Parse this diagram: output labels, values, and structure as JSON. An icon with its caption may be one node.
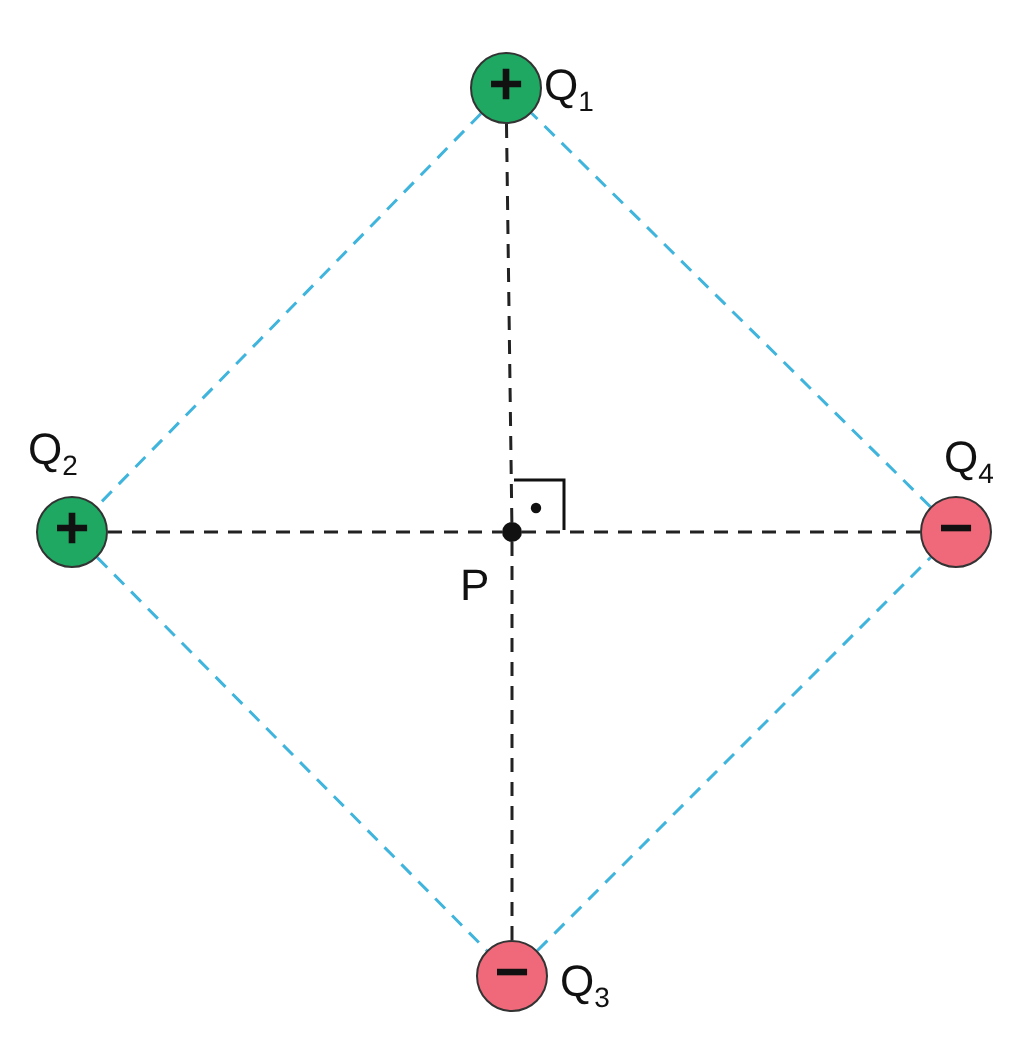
{
  "diagram": {
    "nodes": [
      {
        "text": [
          "+"
        ],
        "beside": [
          "Q$_{1}$"
        ]
      },
      {
        "text": [
          "+"
        ],
        "beside": [
          "Q$_{2}$"
        ]
      },
      {
        "text": [
          "−"
        ],
        "beside": [
          "Q$_{3}$"
        ]
      },
      {
        "text": [
          "−"
        ],
        "beside": [
          "Q$_{4}$"
        ]
      },
      {
        "text": [],
        "shape": "circle",
        "beside": [
          "P"
        ]
      }
    ],
    "edges": [
      {
        "from": 0,
        "to": 1,
        "arrow": "none",
        "style": "dashed",
        "color": "#3fb4dc"
      },
      {
        "from": 1,
        "to": 2,
        "arrow": "none",
        "style": "dashed",
        "color": "#3fb4dc"
      },
      {
        "from": 2,
        "to": 3,
        "arrow": "none",
        "style": "dashed",
        "color": "#3fb4dc"
      },
      {
        "from": 3,
        "to": 0,
        "arrow": "none",
        "style": "dashed",
        "color": "#3fb4dc"
      },
      {
        "from": 0,
        "to": 4,
        "arrow": "none",
        "style": "dashed",
        "color": "#222222"
      },
      {
        "from": 4,
        "to": 2,
        "arrow": "none",
        "style": "dashed",
        "color": "#222222"
      },
      {
        "from": 1,
        "to": 4,
        "arrow": "none",
        "style": "dashed",
        "color": "#222222"
      },
      {
        "from": 4,
        "to": 3,
        "arrow": "none",
        "style": "dashed",
        "color": "#222222"
      }
    ]
  }
}
